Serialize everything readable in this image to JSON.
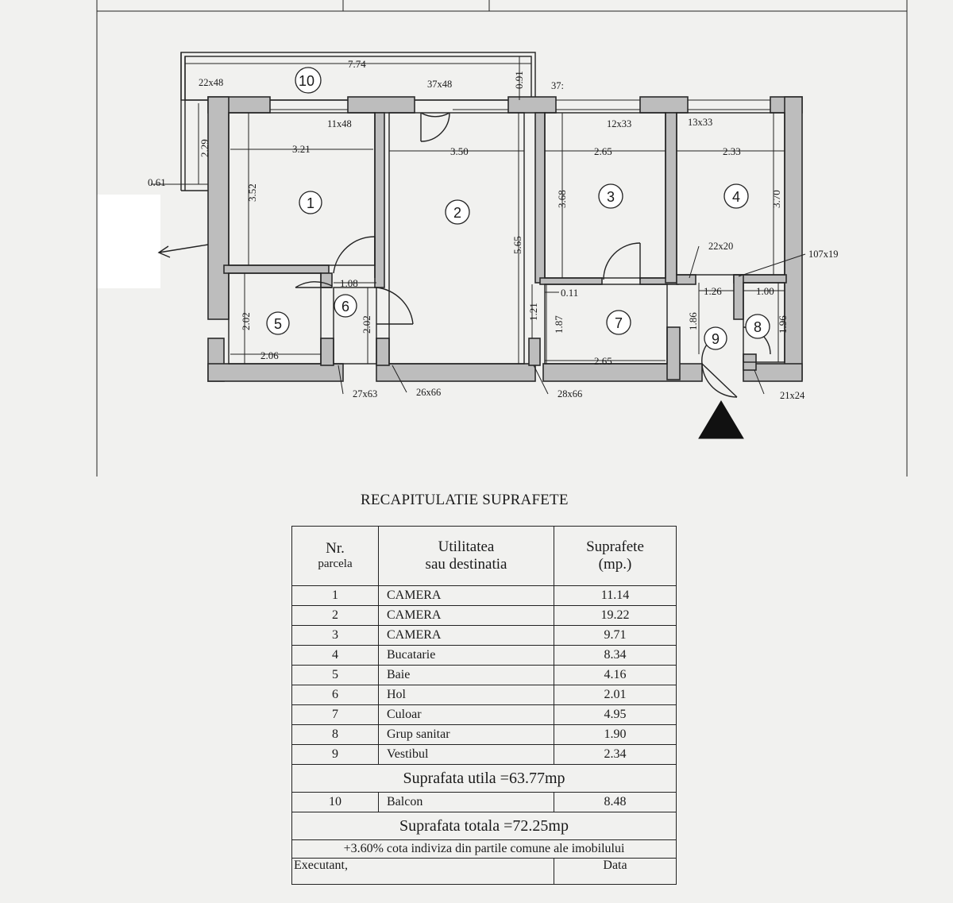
{
  "plan": {
    "dimensions": {
      "balcony_len": "7.74",
      "balcony_w": "0.91",
      "balcony_side": "2.29",
      "balcony_depth": "0.61",
      "r1_w": "3.21",
      "r1_h": "3.52",
      "r2_w": "3.50",
      "r2_h": "5.65",
      "r3_w": "2.65",
      "r3_h": "3.68",
      "r4_w": "2.33",
      "r4_h": "3.70",
      "r5_w": "2.06",
      "r5_h": "2.02",
      "r6_w": "1.08",
      "r6_h": "2.02",
      "r7_w": "2.65",
      "r7_h": "1.87",
      "r7_gap": "0.11",
      "r7_v": "1.21",
      "r8_w": "1.00",
      "r8_h": "1.96",
      "r9_w": "1.26",
      "r9_h": "1.86"
    },
    "wall_labels": {
      "w1": "22x48",
      "w2": "11x48",
      "w3": "37x48",
      "w4": "37:",
      "w5": "12x33",
      "w6": "13x33",
      "w7": "22x20",
      "w8": "107x19",
      "w9": "27x63",
      "w10": "26x66",
      "w11": "28x66",
      "w12": "21x24"
    },
    "room_numbers": [
      "1",
      "2",
      "3",
      "4",
      "5",
      "6",
      "7",
      "8",
      "9",
      "10"
    ],
    "north_marker": "triangle-icon"
  },
  "recap": {
    "title": "RECAPITULATIE SUPRAFETE",
    "headers": {
      "nr_1": "Nr.",
      "nr_2": "parcela",
      "use_1": "Utilitatea",
      "use_2": "sau destinatia",
      "area_1": "Suprafete",
      "area_2": "(mp.)"
    },
    "rows": [
      {
        "nr": "1",
        "use": "CAMERA",
        "area": "11.14"
      },
      {
        "nr": "2",
        "use": "CAMERA",
        "area": "19.22"
      },
      {
        "nr": "3",
        "use": "CAMERA",
        "area": "9.71"
      },
      {
        "nr": "4",
        "use": "Bucatarie",
        "area": "8.34"
      },
      {
        "nr": "5",
        "use": "Baie",
        "area": "4.16"
      },
      {
        "nr": "6",
        "use": "Hol",
        "area": "2.01"
      },
      {
        "nr": "7",
        "use": "Culoar",
        "area": "4.95"
      },
      {
        "nr": "8",
        "use": "Grup sanitar",
        "area": "1.90"
      },
      {
        "nr": "9",
        "use": "Vestibul",
        "area": "2.34"
      }
    ],
    "useful_total": "Suprafata utila =63.77mp",
    "balcony_row": {
      "nr": "10",
      "use": "Balcon",
      "area": "8.48"
    },
    "total": "Suprafata totala  =72.25mp",
    "cota": "+3.60% cota indiviza din partile comune ale imobilului",
    "executant": "Executant,",
    "data": "Data"
  }
}
